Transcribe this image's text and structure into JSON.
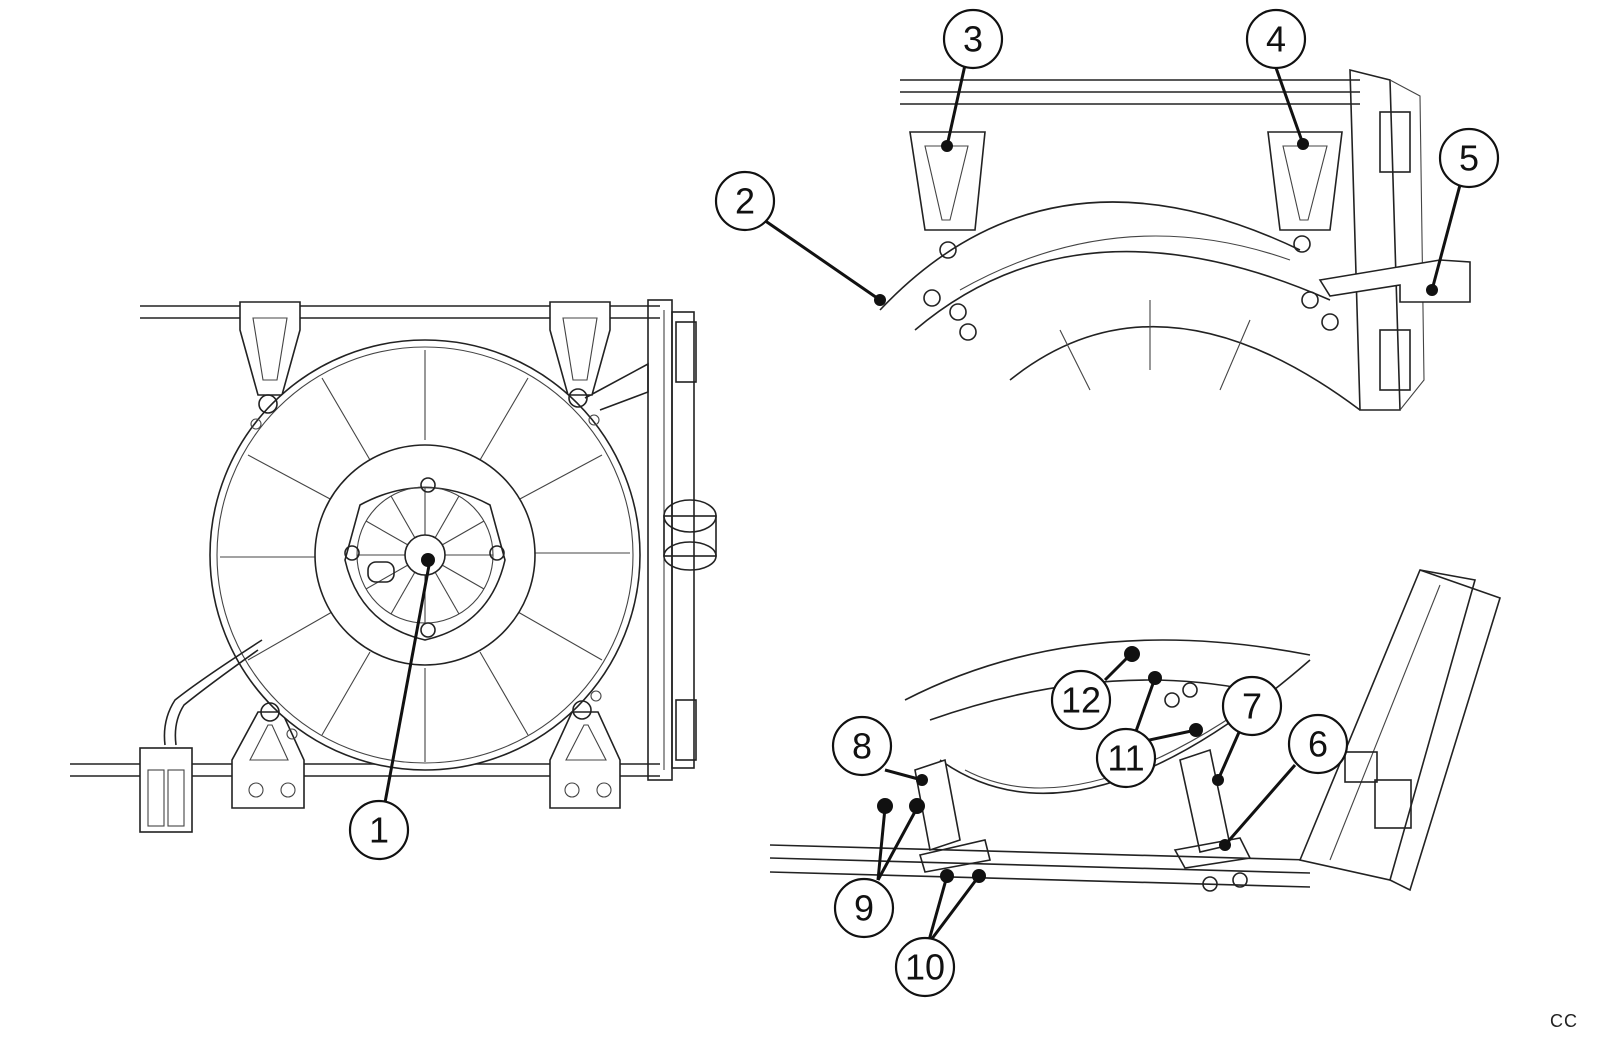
{
  "diagram": {
    "callouts": [
      {
        "id": "1",
        "label": "1"
      },
      {
        "id": "2",
        "label": "2"
      },
      {
        "id": "3",
        "label": "3"
      },
      {
        "id": "4",
        "label": "4"
      },
      {
        "id": "5",
        "label": "5"
      },
      {
        "id": "6",
        "label": "6"
      },
      {
        "id": "7",
        "label": "7"
      },
      {
        "id": "8",
        "label": "8"
      },
      {
        "id": "9",
        "label": "9"
      },
      {
        "id": "10",
        "label": "10"
      },
      {
        "id": "11",
        "label": "11"
      },
      {
        "id": "12",
        "label": "12"
      }
    ],
    "code": "CC"
  }
}
